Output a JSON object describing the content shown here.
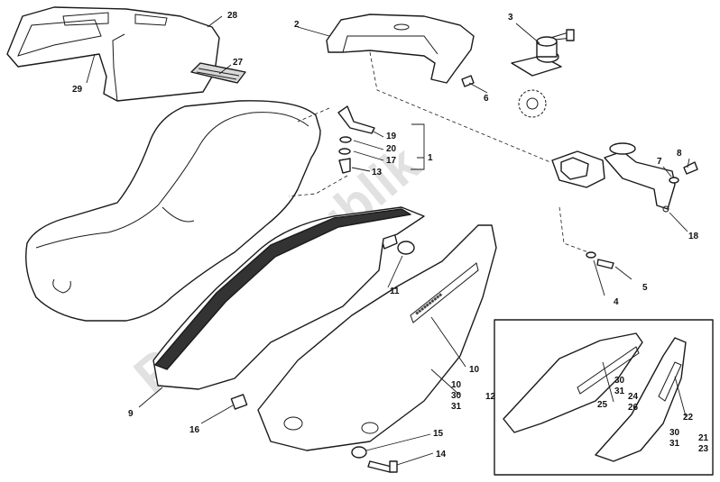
{
  "watermark": "PartsRepublik",
  "labels": {
    "p1": "1",
    "p2": "2",
    "p3": "3",
    "p4": "4",
    "p5": "5",
    "p6": "6",
    "p7": "7",
    "p8": "8",
    "p9": "9",
    "p10a": "10",
    "p10b": "10",
    "p11": "11",
    "p12": "12",
    "p13": "13",
    "p14": "14",
    "p15": "15",
    "p16": "16",
    "p17": "17",
    "p18": "18",
    "p19": "19",
    "p20": "20",
    "p21": "21",
    "p22": "22",
    "p23": "23",
    "p24": "24",
    "p25": "25",
    "p26": "26",
    "p27": "27",
    "p28": "28",
    "p29": "29",
    "p30a": "30",
    "p31a": "31",
    "p30b": "30",
    "p31b": "31",
    "p30c": "30",
    "p31c": "31"
  },
  "colors": {
    "line": "#1a1a1a",
    "watermark": "#c9c9c9",
    "background": "#ffffff"
  }
}
